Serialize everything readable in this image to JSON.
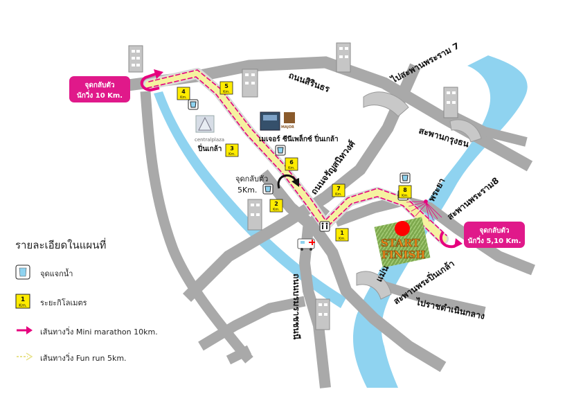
{
  "map": {
    "roads": {
      "sirindhorn": "ถนนสิรินธร",
      "charansanitwong": "ถนนจรัญสนิทวงศ์",
      "borommaratchachonnani": "ถนนบรมราชชนนี",
      "to_rama7": "ไปสะพานพระราม 7",
      "krungthon_bridge": "สะพานกรุงธน",
      "rama8_bridge": "สะพานพระราม8",
      "pinklao_bridge": "สะพานพระปิ่นเกล้า",
      "to_ratchadamnoen": "ไปราชดำเนินกลาง"
    },
    "river": {
      "upper": "พระยา",
      "lower": "แม่น"
    },
    "landmarks": {
      "central_logo": "centralplaza",
      "central_name": "ปิ่นเกล้า",
      "major_logo": "MAJOR",
      "major_name": "เมเจอร์ ซีนีเพล็กซ์ ปิ่นเกล้า"
    },
    "turnaround_10k": {
      "line1": "จุดกลับตัว",
      "line2": "นักวิ่ง 10 Km."
    },
    "turnaround_5k": {
      "line1": "จุดกลับตัว",
      "line2": "5Km."
    },
    "turnaround_5_10k": {
      "line1": "จุดกลับตัว",
      "line2": "นักวิ่ง 5,10 Km."
    },
    "start": "START",
    "finish": "FINISH",
    "km_unit": "Km.",
    "km_markers": [
      "1",
      "2",
      "3",
      "4",
      "5",
      "6",
      "7",
      "8"
    ]
  },
  "legend": {
    "title": "รายละเอียดในแผนที่",
    "water": "จุดแจกน้ำ",
    "km_label": "ระยะกิโลเมตร",
    "km_sample": "1",
    "route_10k": "เส้นทางวิ่ง Mini marathon 10km.",
    "route_5k": "เส้นทางวิ่ง Fun run 5km."
  },
  "colors": {
    "road": "#a9a9a9",
    "river": "#8fd3f0",
    "route_fill": "#d9d9d9",
    "route_10k": "#e6007e",
    "route_5k": "#f5f2a0",
    "callout": "#e0198a",
    "km_marker": "#ffec00",
    "start_dot": "#ff0000"
  }
}
